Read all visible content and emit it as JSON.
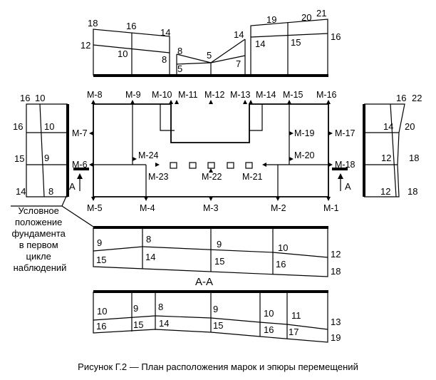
{
  "caption": "Рисунок Г.2 — План расположения марок и эпюры перемещений",
  "section_label": "А-А",
  "note_lines": [
    "Условное",
    "положение",
    "фундамента",
    "в первом",
    "цикле",
    "наблюдений"
  ],
  "cut_letter": "А",
  "marks": {
    "m1": "М-1",
    "m2": "М-2",
    "m3": "М-3",
    "m4": "М-4",
    "m5": "М-5",
    "m6": "М-6",
    "m7": "М-7",
    "m8": "М-8",
    "m9": "М-9",
    "m10": "М-10",
    "m11": "М-11",
    "m12": "М-12",
    "m13": "М-13",
    "m14": "М-14",
    "m15": "М-15",
    "m16": "М-16",
    "m17": "М-17",
    "m18": "М-18",
    "m19": "М-19",
    "m20": "М-20",
    "m21": "М-21",
    "m22": "М-22",
    "m23": "М-23",
    "m24": "М-24"
  },
  "top_diagram": {
    "v18": "18",
    "v16": "16",
    "v14a": "14",
    "v12": "12",
    "v10": "10",
    "v8a": "8",
    "v8b": "8",
    "v5a": "5",
    "v5b": "5",
    "v14b": "14",
    "v7": "7",
    "v19": "19",
    "v20": "20",
    "v21": "21",
    "v14c": "14",
    "v15": "15",
    "v16b": "16"
  },
  "left_diagram": {
    "v16a": "16",
    "v10a": "10",
    "v16b": "16",
    "v10b": "10",
    "v15": "15",
    "v9": "9",
    "v14": "14",
    "v8": "8"
  },
  "right_diagram": {
    "v16": "16",
    "v22": "22",
    "v14": "14",
    "v20": "20",
    "v12a": "12",
    "v18a": "18",
    "v12b": "12",
    "v18b": "18"
  },
  "bottom1": {
    "v9a": "9",
    "v8": "8",
    "v9b": "9",
    "v10": "10",
    "v12": "12",
    "v15a": "15",
    "v14": "14",
    "v15b": "15",
    "v16": "16",
    "v18": "18"
  },
  "bottom2": {
    "v10a": "10",
    "v9a": "9",
    "v8": "8",
    "v9b": "9",
    "v10b": "10",
    "v11": "11",
    "v13": "13",
    "v16a": "16",
    "v15a": "15",
    "v14": "14",
    "v15b": "15",
    "v16b": "16",
    "v17": "17",
    "v19": "19"
  }
}
